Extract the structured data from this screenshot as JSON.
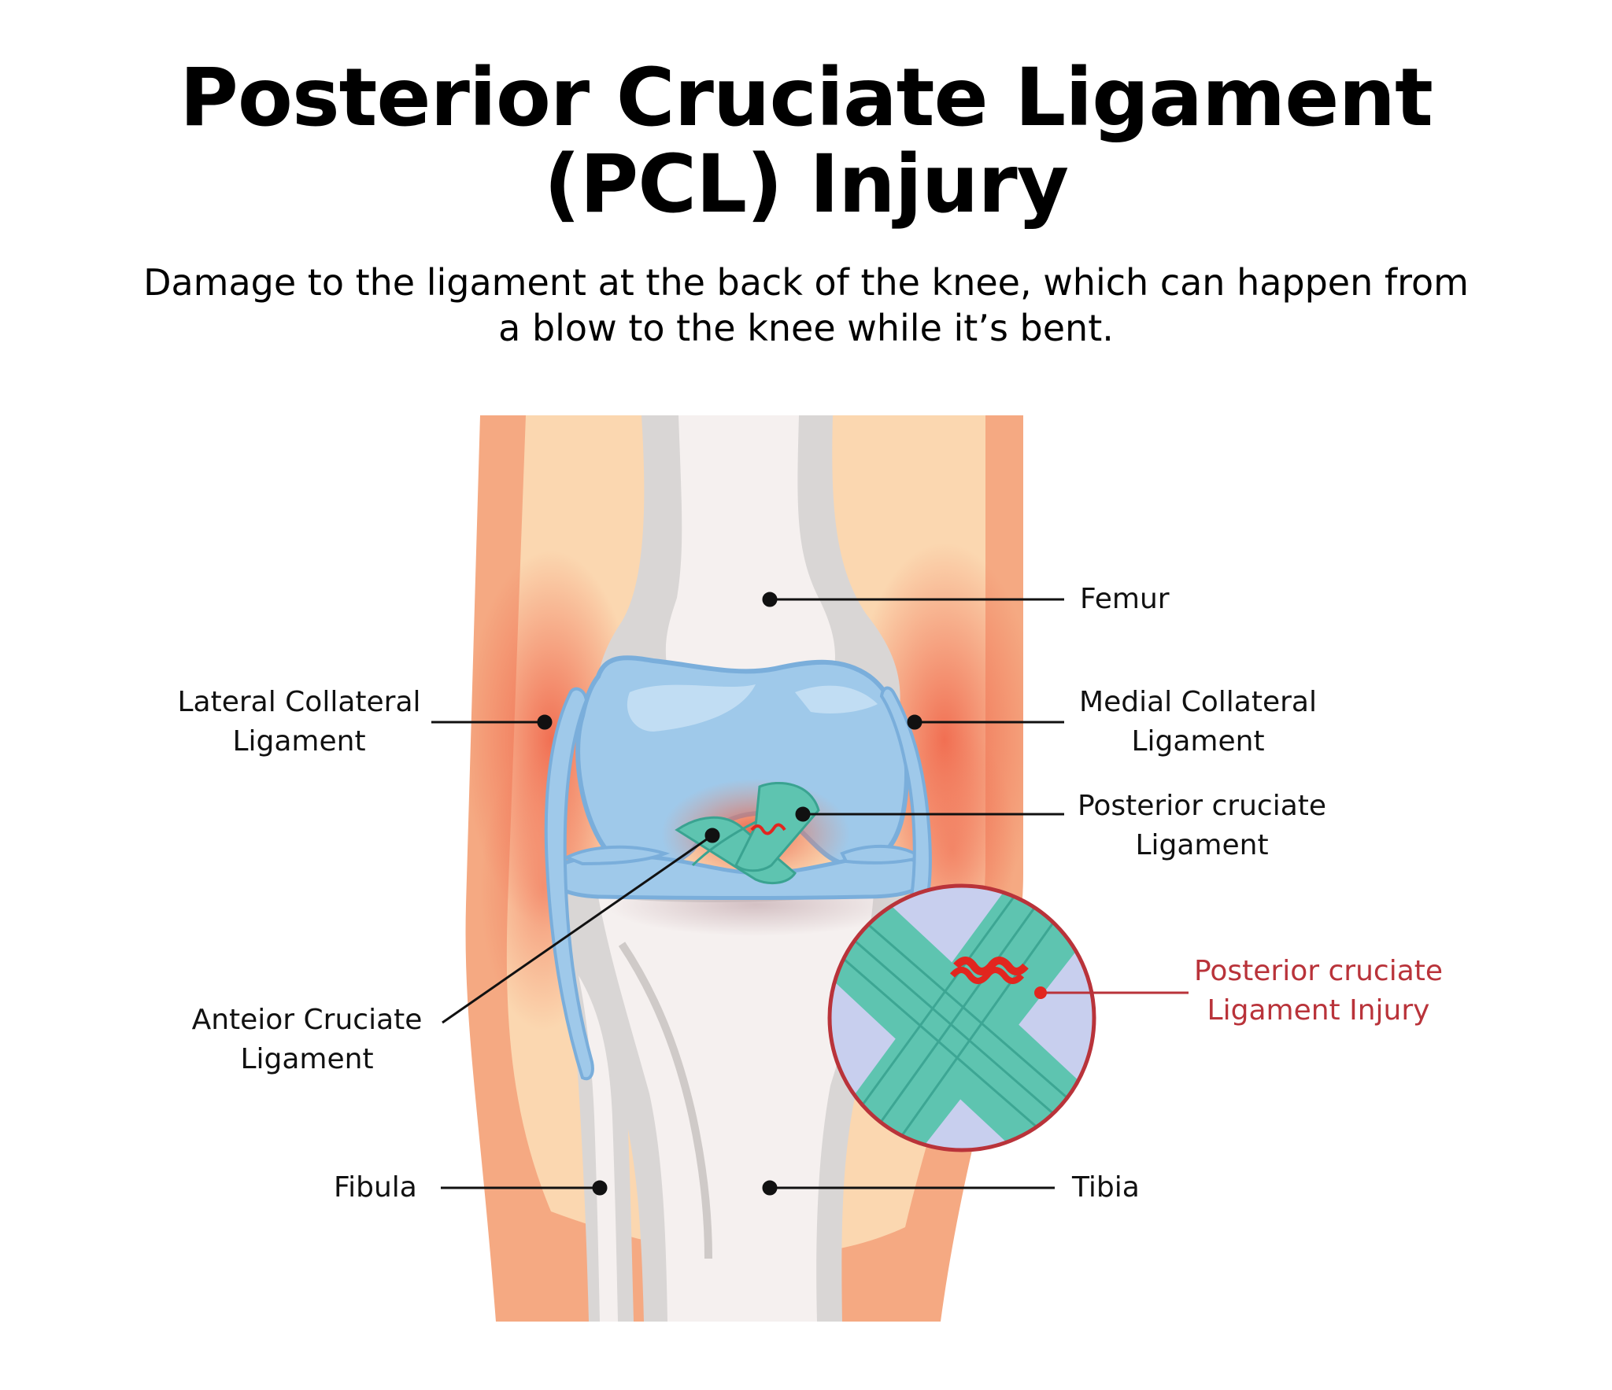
{
  "title": {
    "line1": "Posterior Cruciate Ligament",
    "line2": "(PCL) Injury"
  },
  "subtitle": {
    "line1": "Damage to the ligament at the back of the knee, which can happen from",
    "line2": "a blow to the knee while it’s bent."
  },
  "labels": {
    "femur": "Femur",
    "lcl": {
      "line1": "Lateral Collateral",
      "line2": "Ligament"
    },
    "mcl": {
      "line1": "Medial Collateral",
      "line2": "Ligament"
    },
    "pcl": {
      "line1": "Posterior cruciate",
      "line2": "Ligament"
    },
    "acl": {
      "line1": "Anteior Cruciate",
      "line2": "Ligament"
    },
    "pcl_injury": {
      "line1": "Posterior cruciate",
      "line2": "Ligament Injury"
    },
    "fibula": "Fibula",
    "tibia": "Tibia"
  },
  "colors": {
    "skin_outer": "#f5a982",
    "skin_inner": "#fbd7b0",
    "bone": "#f5f0ef",
    "bone_shade": "#d9d6d5",
    "cartilage": "#9fc9ea",
    "ligament": "#5ec4b0",
    "inflammation": "#f06a4e",
    "injury": "#e2261f",
    "injury_label": "#b9333a",
    "zoom_bg": "#c8cfee"
  }
}
